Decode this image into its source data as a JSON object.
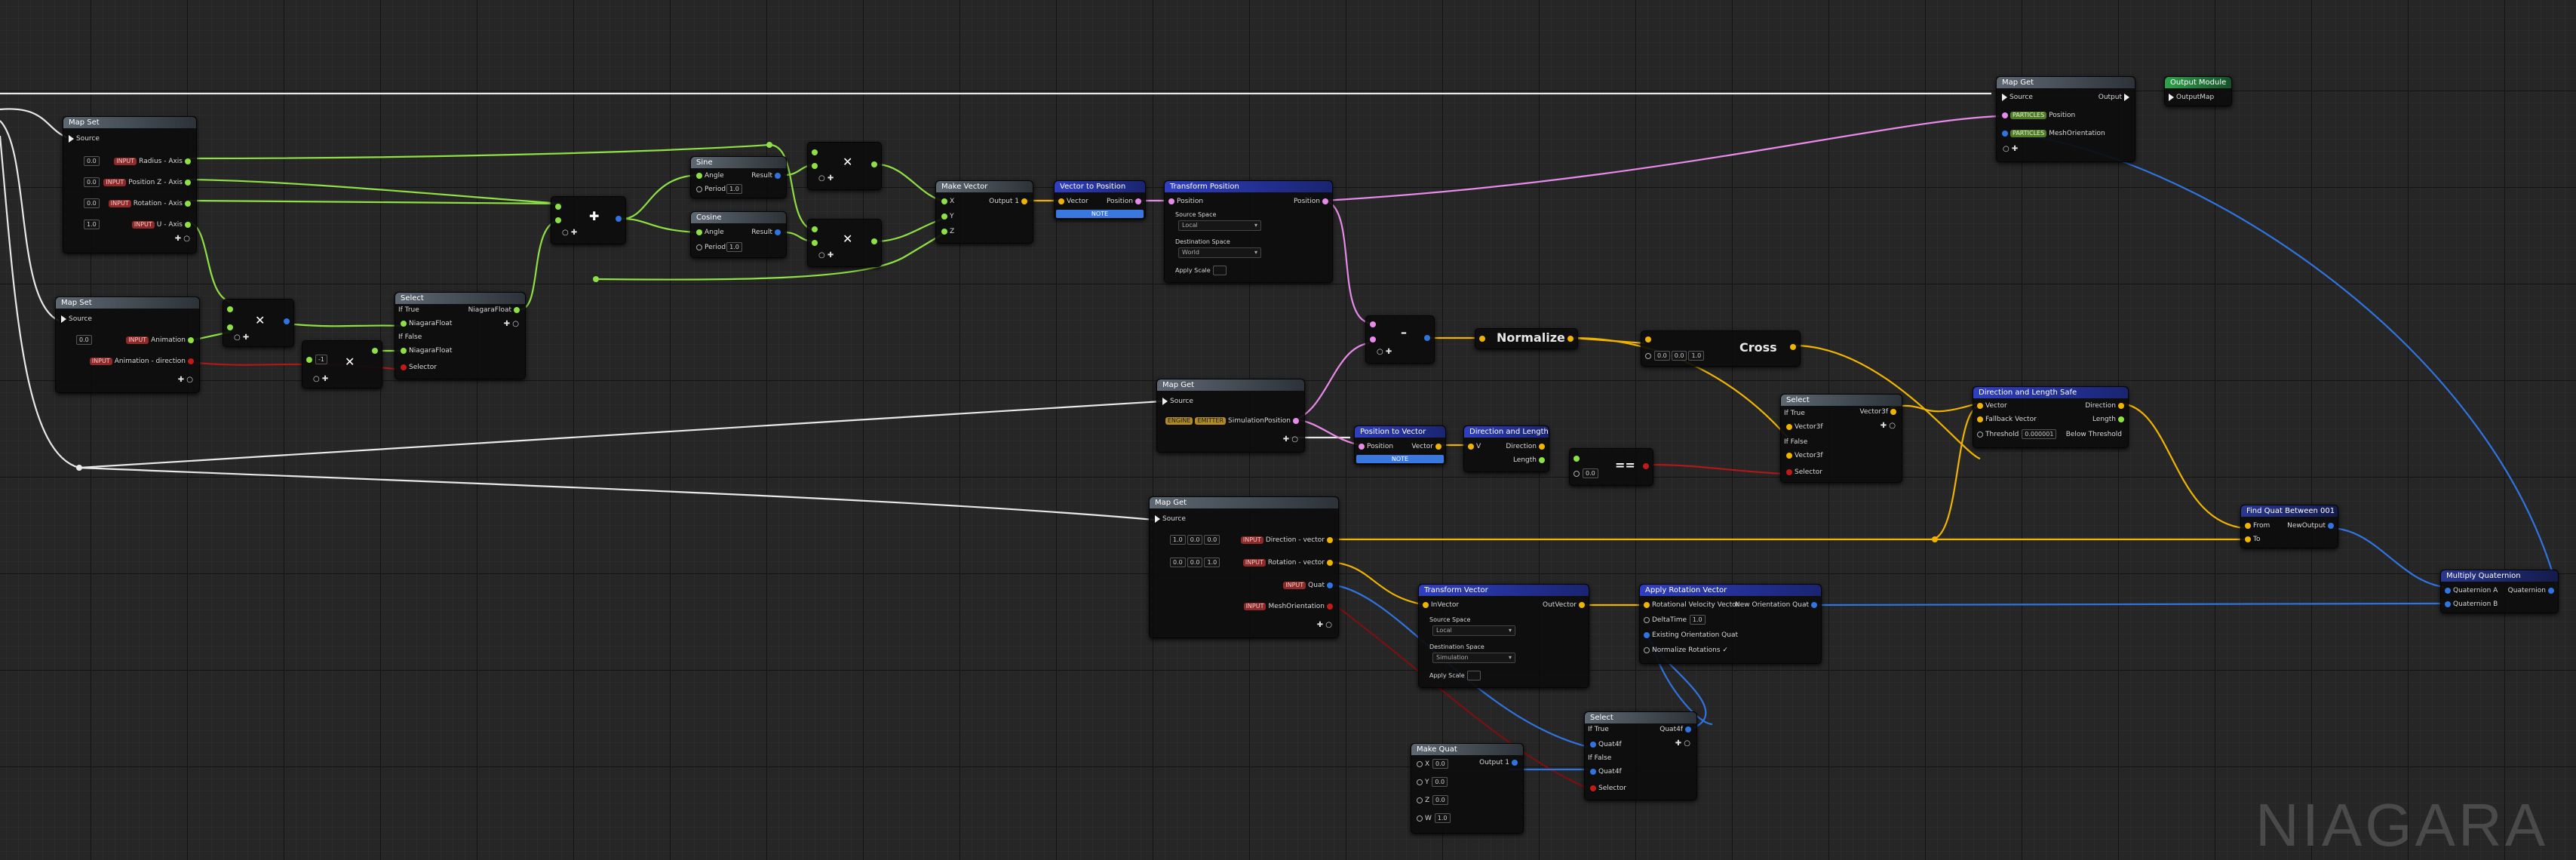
{
  "watermark": "NIAGARA",
  "colors": {
    "float": "#8fe044",
    "vector": "#f0b400",
    "position": "#e88aea",
    "quat": "#2f74e0",
    "bool": "#c01a1a",
    "exec": "#e8e8e8"
  },
  "map_set_1": {
    "title": "Map Set",
    "source": "Source",
    "rows": [
      {
        "value": "0.0",
        "tag": "INPUT",
        "label": "Radius - Axis"
      },
      {
        "value": "0.0",
        "tag": "INPUT",
        "label": "Position Z - Axis"
      },
      {
        "value": "0.0",
        "tag": "INPUT",
        "label": "Rotation - Axis"
      },
      {
        "value": "1.0",
        "tag": "INPUT",
        "label": "U - Axis"
      }
    ]
  },
  "map_set_2": {
    "title": "Map Set",
    "source": "Source",
    "rows": [
      {
        "value": "0.0",
        "tag": "INPUT",
        "label": "Animation"
      },
      {
        "value": "",
        "tag": "INPUT",
        "label": "Animation - direction"
      }
    ]
  },
  "select_1": {
    "title": "Select",
    "output": "NiagaraFloat",
    "if_true": "If True",
    "if_false": "If False",
    "in_true": "NiagaraFloat",
    "in_false": "NiagaraFloat",
    "selector": "Selector"
  },
  "neg_value": "-1",
  "sine": {
    "title": "Sine",
    "angle": "Angle",
    "result": "Result",
    "period": "Period",
    "period_value": "1.0"
  },
  "cosine": {
    "title": "Cosine",
    "angle": "Angle",
    "result": "Result",
    "period": "Period",
    "period_value": "1.0"
  },
  "make_vector": {
    "title": "Make Vector",
    "output": "Output 1",
    "x": "X",
    "y": "Y",
    "z": "Z"
  },
  "vec_to_pos": {
    "title": "Vector to Position",
    "vector": "Vector",
    "position": "Position",
    "note": "NOTE"
  },
  "transform_position": {
    "title": "Transform Position",
    "position_in": "Position",
    "position_out": "Position",
    "source_space": "Source Space",
    "source_value": "Local",
    "dest_space": "Destination Space",
    "dest_value": "World",
    "apply_scale": "Apply Scale"
  },
  "normalize": {
    "title": "Normalize"
  },
  "cross": {
    "title": "Cross",
    "values": [
      "0.0",
      "0.0",
      "1.0"
    ]
  },
  "map_get_1": {
    "title": "Map Get",
    "source": "Source",
    "tag1": "ENGINE",
    "tag2": "EMITTER",
    "label": "SimulationPosition"
  },
  "pos_to_vec": {
    "title": "Position to Vector",
    "position": "Position",
    "vector": "Vector",
    "note": "NOTE"
  },
  "dir_len": {
    "title": "Direction and Length",
    "v": "V",
    "direction": "Direction",
    "length": "Length"
  },
  "eq_value": "0.0",
  "select_2": {
    "title": "Select",
    "output": "Vector3f",
    "if_true": "If True",
    "if_false": "If False",
    "in_true": "Vector3f",
    "in_false": "Vector3f",
    "selector": "Selector"
  },
  "dir_len_safe": {
    "title": "Direction and Length Safe",
    "vector": "Vector",
    "direction": "Direction",
    "fallback": "Fallback Vector",
    "length": "Length",
    "threshold": "Threshold",
    "threshold_value": "0.000001",
    "below": "Below Threshold"
  },
  "map_get_2": {
    "title": "Map Get",
    "source": "Source",
    "output": "Output",
    "tag": "PARTICLES",
    "rows": [
      "Position",
      "MeshOrientation"
    ]
  },
  "output_module": {
    "title": "Output Module",
    "label": "OutputMap"
  },
  "map_get_3": {
    "title": "Map Get",
    "source": "Source",
    "rows": [
      {
        "values": [
          "1.0",
          "0.0",
          "0.0"
        ],
        "tag": "INPUT",
        "label": "Direction - vector"
      },
      {
        "values": [
          "0.0",
          "0.0",
          "1.0"
        ],
        "tag": "INPUT",
        "label": "Rotation - vector"
      },
      {
        "values": [],
        "tag": "INPUT",
        "label": "Quat"
      },
      {
        "values": [],
        "tag": "INPUT",
        "label": "MeshOrientation"
      }
    ]
  },
  "transform_vector": {
    "title": "Transform Vector",
    "in": "InVector",
    "out": "OutVector",
    "source_space": "Source Space",
    "source_value": "Local",
    "dest_space": "Destination Space",
    "dest_value": "Simulation",
    "apply_scale": "Apply Scale"
  },
  "apply_rotation": {
    "title": "Apply Rotation Vector",
    "rot_vel": "Rotational Velocity Vector",
    "new_orient": "New Orientation Quat",
    "delta_time": "DeltaTime",
    "delta_value": "1.0",
    "existing": "Existing Orientation Quat",
    "normalize": "Normalize Rotations"
  },
  "find_quat": {
    "title": "Find Quat Between 001",
    "from": "From",
    "to": "To",
    "out": "NewOutput"
  },
  "multiply_quat": {
    "title": "Multiply Quaternion",
    "a": "Quaternion A",
    "b": "Quaternion B",
    "out": "Quaternion"
  },
  "select_3": {
    "title": "Select",
    "output": "Quat4f",
    "if_true": "If True",
    "if_false": "If False",
    "in_true": "Quat4f",
    "in_false": "Quat4f",
    "selector": "Selector"
  },
  "make_quat": {
    "title": "Make Quat",
    "output": "Output 1",
    "rows": [
      {
        "l": "X",
        "v": "0.0"
      },
      {
        "l": "Y",
        "v": "0.0"
      },
      {
        "l": "Z",
        "v": "0.0"
      },
      {
        "l": "W",
        "v": "1.0"
      }
    ]
  }
}
